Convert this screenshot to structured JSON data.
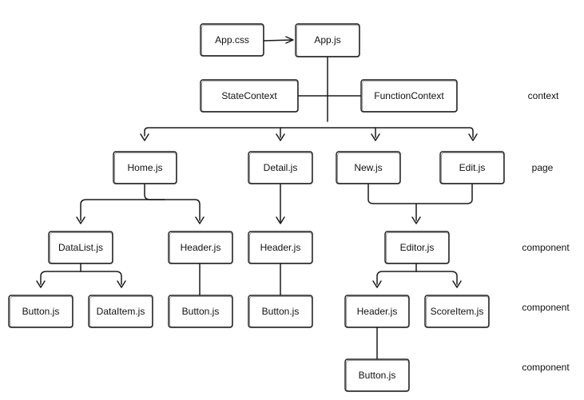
{
  "nodes": {
    "app_css": "App.css",
    "app_js": "App.js",
    "state_context": "StateContext",
    "function_context": "FunctionContext",
    "home": "Home.js",
    "detail": "Detail.js",
    "new": "New.js",
    "edit": "Edit.js",
    "datalist": "DataList.js",
    "home_header": "Header.js",
    "detail_header": "Header.js",
    "editor": "Editor.js",
    "datalist_button": "Button.js",
    "dataitem": "DataItem.js",
    "home_header_button": "Button.js",
    "detail_header_button": "Button.js",
    "editor_header": "Header.js",
    "scoreitem": "ScoreItem.js",
    "editor_header_button": "Button.js"
  },
  "side_labels": {
    "context": "context",
    "page": "page",
    "component_1": "component",
    "component_2": "component",
    "component_3": "component"
  }
}
